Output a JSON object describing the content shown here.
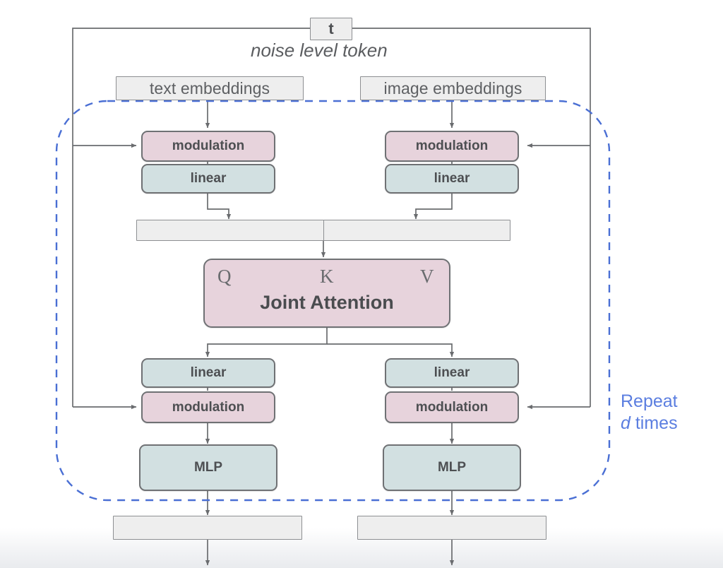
{
  "diagram": {
    "title_caption": "noise level token",
    "repeat_note": {
      "line1": "Repeat",
      "line2_italic": "d",
      "line2_rest": " times"
    },
    "colors": {
      "modulation_fill": "#e7d3dc",
      "linear_fill": "#d2e0e1",
      "attention_fill": "#e7d3dc",
      "plain_fill": "#eeeeee",
      "stroke": "#6f7174",
      "repeat_text": "#5b7ee0",
      "dashed_border": "#4a6fd4"
    },
    "nodes": {
      "t_token": "t",
      "text_embeddings": "text embeddings",
      "image_embeddings": "image embeddings",
      "text_modulation_1": "modulation",
      "image_modulation_1": "modulation",
      "text_linear_1": "linear",
      "image_linear_1": "linear",
      "concat_bar_left": "",
      "concat_bar_right": "",
      "attention": "Joint Attention",
      "q_label": "Q",
      "k_label": "K",
      "v_label": "V",
      "text_linear_2": "linear",
      "image_linear_2": "linear",
      "text_modulation_2": "modulation",
      "image_modulation_2": "modulation",
      "text_mlp": "MLP",
      "image_mlp": "MLP",
      "text_output": "",
      "image_output": ""
    }
  }
}
